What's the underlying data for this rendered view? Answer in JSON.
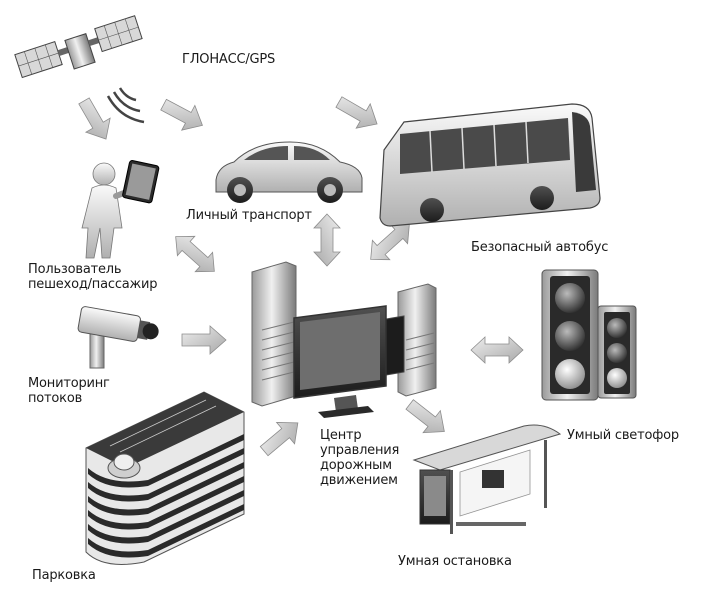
{
  "labels": {
    "glonass": "ГЛОНАСС/GPS",
    "car": "Личный транспорт",
    "bus": "Безопасный автобус",
    "user": "Пользователь\nпешеход/пассажир",
    "monitoring": "Мониторинг\nпотоков",
    "center": "Центр\nуправления\nдорожным\nдвижением",
    "traffic_light": "Умный светофор",
    "bus_stop": "Умная остановка",
    "parking": "Парковка"
  }
}
